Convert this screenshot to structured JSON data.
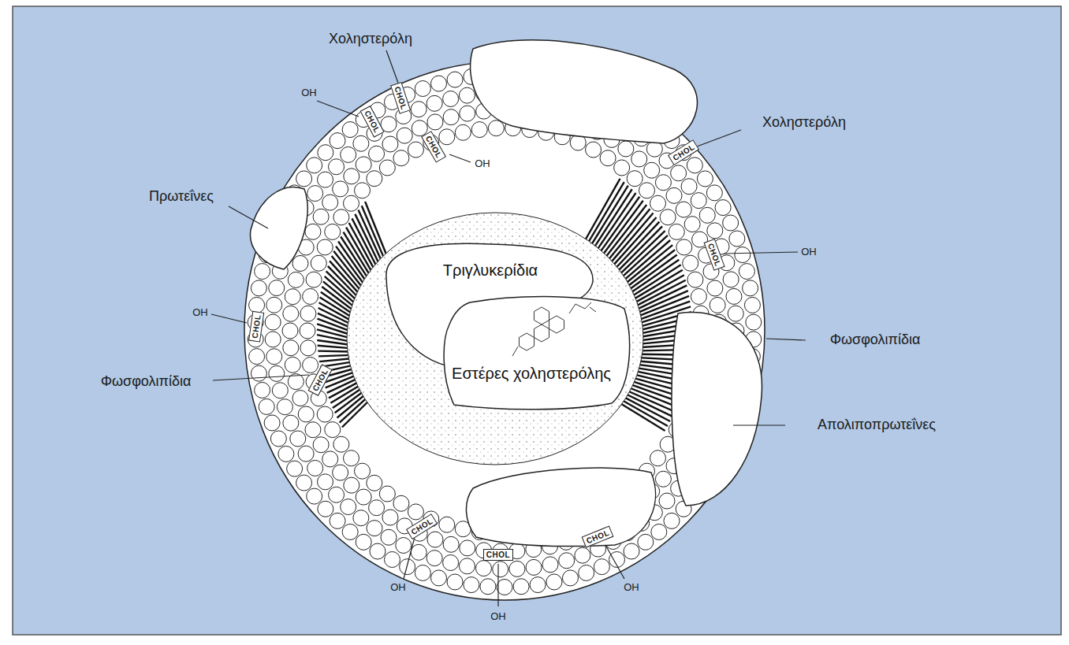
{
  "diagram": {
    "nodes": [
      {
        "text": [
          "Τριγλυκερίδια"
        ]
      },
      {
        "text": [
          "Εστέρες χοληστερόλης"
        ]
      }
    ],
    "labels": [
      "Χοληστερόλη",
      "Χοληστερόλη",
      "Πρωτεΐνες",
      "Φωσφολιπίδια",
      "Φωσφολιπίδια",
      "Απολιποπρωτεΐνες",
      "CHOL",
      "CHOL",
      "CHOL",
      "CHOL",
      "CHOL",
      "CHOL",
      "CHOL",
      "CHOL",
      "CHOL",
      "CHOL",
      "OH",
      "OH",
      "OH",
      "OH",
      "OH",
      "OH",
      "OH"
    ]
  }
}
